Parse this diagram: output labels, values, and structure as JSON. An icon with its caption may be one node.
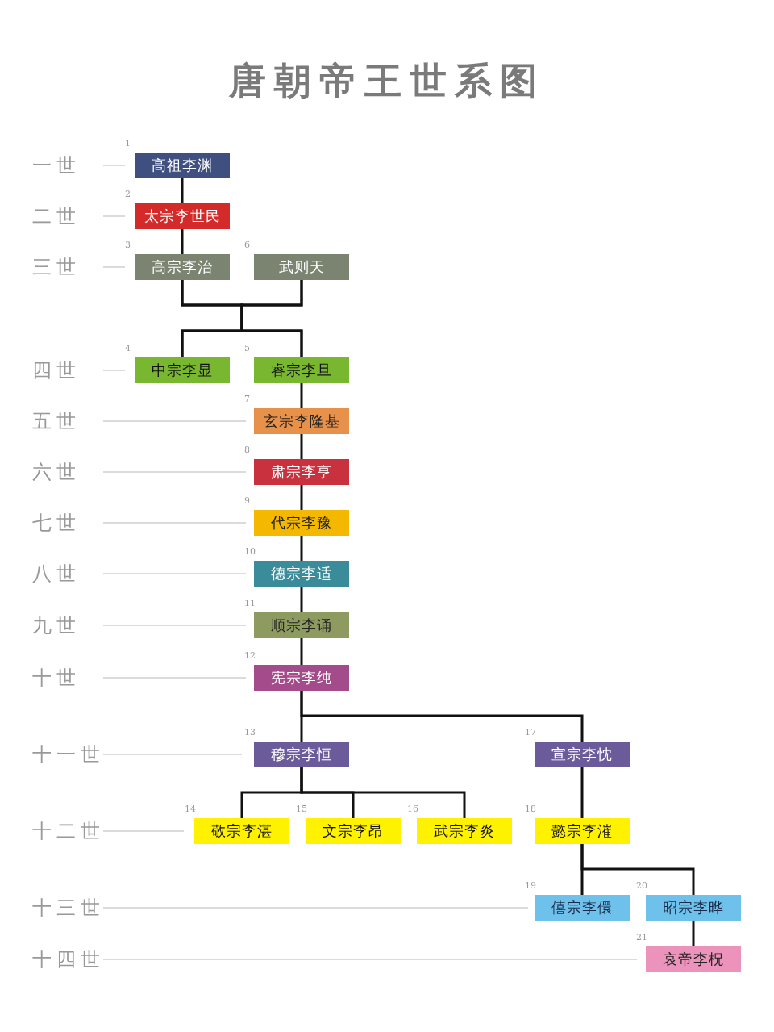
{
  "diagram": {
    "title": "唐朝帝王世系图",
    "nodes": [
      {
        "text": [
          "高祖李渊"
        ],
        "beside": [
          "1"
        ]
      },
      {
        "text": [
          "太宗李世民"
        ],
        "beside": [
          "2"
        ]
      },
      {
        "text": [
          "高宗李治"
        ],
        "beside": [
          "3"
        ]
      },
      {
        "text": [
          "武则天"
        ],
        "beside": [
          "6"
        ]
      },
      {
        "text": [
          "中宗李显"
        ],
        "beside": [
          "4"
        ]
      },
      {
        "text": [
          "睿宗李旦"
        ],
        "beside": [
          "5"
        ]
      },
      {
        "text": [
          "玄宗李隆基"
        ],
        "beside": [
          "7"
        ]
      },
      {
        "text": [
          "肃宗李亨"
        ],
        "beside": [
          "8"
        ]
      },
      {
        "text": [
          "代宗李豫"
        ],
        "beside": [
          "9"
        ]
      },
      {
        "text": [
          "德宗李适"
        ],
        "beside": [
          "10"
        ]
      },
      {
        "text": [
          "顺宗李诵"
        ],
        "beside": [
          "11"
        ]
      },
      {
        "text": [
          "宪宗李纯"
        ],
        "beside": [
          "12"
        ]
      },
      {
        "text": [
          "穆宗李恒"
        ],
        "beside": [
          "13"
        ]
      },
      {
        "text": [
          "宣宗李忱"
        ],
        "beside": [
          "17"
        ]
      },
      {
        "text": [
          "敬宗李湛"
        ],
        "beside": [
          "14"
        ]
      },
      {
        "text": [
          "文宗李昂"
        ],
        "beside": [
          "15"
        ]
      },
      {
        "text": [
          "武宗李炎"
        ],
        "beside": [
          "16"
        ]
      },
      {
        "text": [
          "懿宗李漼"
        ],
        "beside": [
          "18"
        ]
      },
      {
        "text": [
          "僖宗李儇"
        ],
        "beside": [
          "19"
        ]
      },
      {
        "text": [
          "昭宗李晔"
        ],
        "beside": [
          "20"
        ]
      },
      {
        "text": [
          "哀帝李柷"
        ],
        "beside": [
          "21"
        ]
      }
    ],
    "edges": [
      {
        "from": 0,
        "to": 1,
        "arrow": "none"
      },
      {
        "from": 1,
        "to": 2,
        "arrow": "none"
      },
      {
        "from": 2,
        "to": 4,
        "arrow": "none"
      },
      {
        "from": 2,
        "to": 5,
        "arrow": "none"
      },
      {
        "from": 3,
        "to": 4,
        "arrow": "none"
      },
      {
        "from": 3,
        "to": 5,
        "arrow": "none"
      },
      {
        "from": 5,
        "to": 6,
        "arrow": "none"
      },
      {
        "from": 6,
        "to": 7,
        "arrow": "none"
      },
      {
        "from": 7,
        "to": 8,
        "arrow": "none"
      },
      {
        "from": 8,
        "to": 9,
        "arrow": "none"
      },
      {
        "from": 9,
        "to": 10,
        "arrow": "none"
      },
      {
        "from": 10,
        "to": 11,
        "arrow": "none"
      },
      {
        "from": 11,
        "to": 12,
        "arrow": "none"
      },
      {
        "from": 11,
        "to": 13,
        "arrow": "none"
      },
      {
        "from": 12,
        "to": 14,
        "arrow": "none"
      },
      {
        "from": 12,
        "to": 15,
        "arrow": "none"
      },
      {
        "from": 12,
        "to": 16,
        "arrow": "none"
      },
      {
        "from": 13,
        "to": 17,
        "arrow": "none"
      },
      {
        "from": 17,
        "to": 18,
        "arrow": "none"
      },
      {
        "from": 17,
        "to": 19,
        "arrow": "none"
      },
      {
        "from": 19,
        "to": 20,
        "arrow": "none"
      }
    ],
    "labels": [
      "一世",
      "二世",
      "三世",
      "四世",
      "五世",
      "六世",
      "七世",
      "八世",
      "九世",
      "十世",
      "十一世",
      "十二世",
      "十三世",
      "十四世"
    ]
  }
}
